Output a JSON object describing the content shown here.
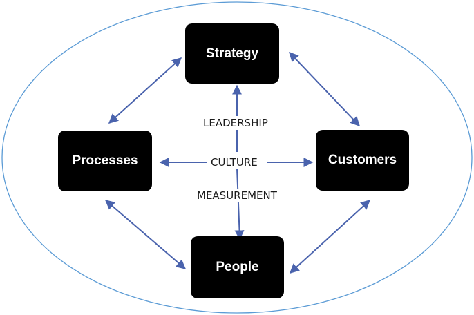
{
  "diagram": {
    "nodes": {
      "strategy": "Strategy",
      "processes": "Processes",
      "customers": "Customers",
      "people": "People"
    },
    "center_labels": {
      "leadership": "LEADERSHIP",
      "culture": "CULTURE",
      "measurement": "MEASUREMENT"
    },
    "colors": {
      "arrow": "#4a63ad",
      "ellipse": "#5b9bd5",
      "box": "#000000",
      "box_text": "#ffffff"
    }
  }
}
